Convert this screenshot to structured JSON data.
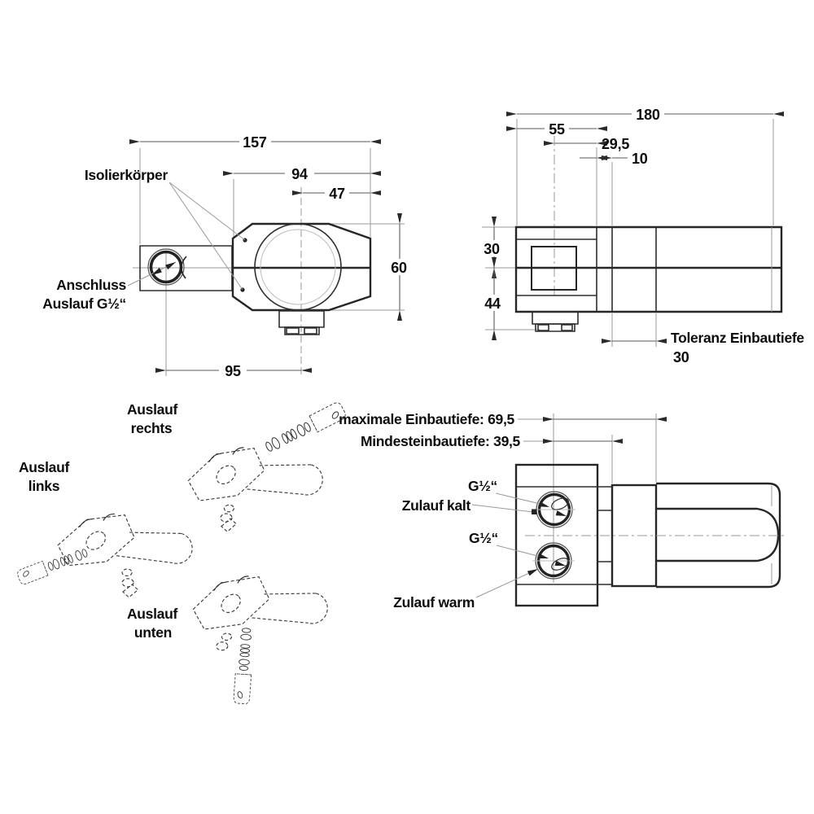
{
  "drawing": {
    "colors": {
      "background": "#ffffff",
      "body_line": "#262626",
      "dimension_line": "#595959",
      "extension_line": "#9a9a9a",
      "text": "#0d0d0d"
    },
    "front_view": {
      "label_isolierkoerper": "Isolierkörper",
      "label_anschluss_1": "Anschluss",
      "label_anschluss_2": "Auslauf G½“",
      "dim_157": "157",
      "dim_94": "94",
      "dim_47": "47",
      "dim_60": "60",
      "dim_95": "95"
    },
    "top_view": {
      "dim_180": "180",
      "dim_55": "55",
      "dim_29_5": "29,5",
      "dim_10": "10",
      "dim_30": "30",
      "dim_44": "44",
      "label_toleranz": "Toleranz Einbautiefe",
      "dim_toleranz": "30"
    },
    "side_view": {
      "label_max": "maximale Einbautiefe: 69,5",
      "label_min": "Mindesteinbautiefe: 39,5",
      "label_g12_top": "G½“",
      "label_g12_bottom": "G½“",
      "label_zulauf_kalt": "Zulauf kalt",
      "label_zulauf_warm": "Zulauf warm"
    },
    "outlet_variants": {
      "rechts_1": "Auslauf",
      "rechts_2": "rechts",
      "links_1": "Auslauf",
      "links_2": "links",
      "unten_1": "Auslauf",
      "unten_2": "unten"
    }
  }
}
